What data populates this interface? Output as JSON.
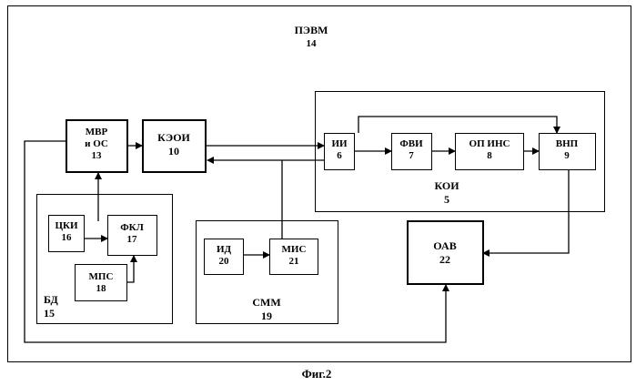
{
  "pc": {
    "name": "ПЭВМ",
    "num": "14"
  },
  "mvr": {
    "line1": "МВР",
    "line2": "и ОС",
    "num": "13"
  },
  "keoi": {
    "name": "КЭОИ",
    "num": "10"
  },
  "koi": {
    "name": "КОИ",
    "num": "5"
  },
  "ii": {
    "name": "ИИ",
    "num": "6"
  },
  "fvi": {
    "name": "ФВИ",
    "num": "7"
  },
  "opins": {
    "name": "ОП ИНС",
    "num": "8"
  },
  "vnp": {
    "name": "ВНП",
    "num": "9"
  },
  "bd": {
    "name": "БД",
    "num": "15"
  },
  "cki": {
    "name": "ЦКИ",
    "num": "16"
  },
  "fkl": {
    "name": "ФКЛ",
    "num": "17"
  },
  "mps": {
    "name": "МПС",
    "num": "18"
  },
  "smm": {
    "name": "СММ",
    "num": "19"
  },
  "id": {
    "name": "ИД",
    "num": "20"
  },
  "mis": {
    "name": "МИС",
    "num": "21"
  },
  "oav": {
    "name": "ОАВ",
    "num": "22"
  },
  "caption": "Фиг.2"
}
